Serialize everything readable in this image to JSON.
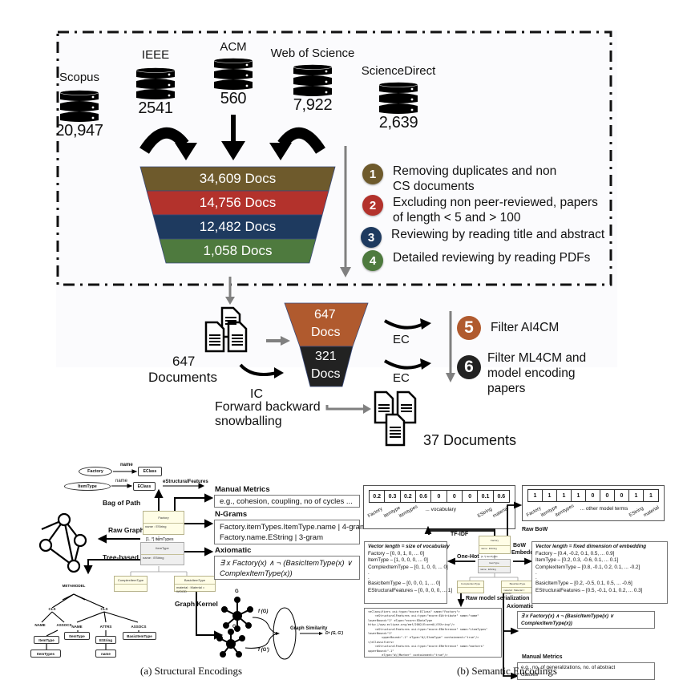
{
  "top_figure": {
    "sources": [
      {
        "name": "Scopus",
        "count": "20,947"
      },
      {
        "name": "IEEE",
        "count": "2541"
      },
      {
        "name": "ACM",
        "count": "560"
      },
      {
        "name": "Web of Science",
        "count": "7,922"
      },
      {
        "name": "ScienceDirect",
        "count": "2,639"
      }
    ],
    "funnel": [
      {
        "label": "34,609 Docs",
        "color": "#6e5a2c"
      },
      {
        "label": "14,756 Docs",
        "color": "#b3322c"
      },
      {
        "label": "12,482 Docs",
        "color": "#1e3a5f"
      },
      {
        "label": "1,058 Docs",
        "color": "#4e7a3e"
      }
    ],
    "steps": [
      {
        "number": "1",
        "text_line1": "Removing duplicates and non",
        "text_line2": "CS documents",
        "color": "#6e5a2c"
      },
      {
        "number": "2",
        "text_line1": "Excluding non peer-reviewed, papers",
        "text_line2": "of length < 5 and > 100",
        "color": "#b3322c"
      },
      {
        "number": "3",
        "text_line1": "Reviewing by reading title and abstract",
        "text_line2": "",
        "color": "#1e3a5f"
      },
      {
        "number": "4",
        "text_line1": "Detailed reviewing by reading PDFs",
        "text_line2": "",
        "color": "#4e7a3e"
      }
    ],
    "docs_after_review": {
      "count": "647",
      "label": "Documents"
    },
    "snowball": {
      "ic_label": "IC",
      "line1": "Forward backward",
      "line2": "snowballing"
    },
    "funnel2": [
      {
        "line1": "647",
        "line2": "Docs",
        "color": "#b05a2e"
      },
      {
        "line1": "321",
        "line2": "Docs",
        "color": "#222222"
      }
    ],
    "ec_labels": [
      "EC",
      "EC"
    ],
    "filters": [
      {
        "number": "5",
        "text_line1": "Filter AI4CM",
        "text_line2": "",
        "text_line3": "",
        "color": "#b05a2e"
      },
      {
        "number": "6",
        "text_line1": "Filter ML4CM and",
        "text_line2": "model encoding",
        "text_line3": "papers",
        "color": "#222222"
      }
    ],
    "final_docs": "37 Documents"
  },
  "structural": {
    "caption": "(a) Structural Encodings",
    "bag_of_path": {
      "title": "Bag of Path",
      "path1": {
        "node": "Factory",
        "edge": "name",
        "target": "EClass"
      },
      "path2": {
        "node": "ItemType",
        "edge": "name",
        "target": "EClass",
        "next": "eStructuralFeatures"
      }
    },
    "raw_graph_label": "Raw Graph",
    "tree_based_label": "Tree-based",
    "uml": {
      "factory": {
        "name": "Factory",
        "attr": "name : EString"
      },
      "assoc": "[1..*] itemTypes",
      "itemtype": {
        "name": "ItemType",
        "attr": "name : EString"
      },
      "complex": {
        "name": "ComplexItemType",
        "attr": ""
      },
      "basic": {
        "name": "BasicItemType",
        "attr": "material : Material = WOOD"
      }
    },
    "manual_metrics": {
      "title": "Manual Metrics",
      "text": "e.g., cohesion, coupling, no of cycles ..."
    },
    "ngrams": {
      "title": "N-Grams",
      "line1": "Factory.itemTypes.ItemType.name | 4-gram",
      "line2": "Factory.name.EString | 3-gram"
    },
    "axiomatic": {
      "title": "Axiomatic",
      "line1": "∃ x Factory(x) ∧ ¬ (BasicItemType(x) ∨",
      "line2": "ComplexItemType(x))"
    },
    "tree": {
      "root": "METAMODEL",
      "cls_left": "CLS",
      "cls_right": "CLS",
      "left_children": [
        "NAME",
        "ASSOCS"
      ],
      "right_children": [
        "NAME",
        "ATTRS",
        "ASSOCS"
      ],
      "leaves": [
        "ItemType",
        "ItemTypes",
        "ItemType",
        "EString",
        "name",
        "BasicItemType"
      ]
    },
    "graph_kernel": {
      "title": "Graph Kernel",
      "g": "G",
      "g_prime": "G'",
      "fg": "f (G)",
      "fg_prime": "f (G')",
      "similarity": "Graph Similarity",
      "result": "Dᵏ (G, G')"
    }
  },
  "semantic": {
    "caption": "(b) Semantic Encodings",
    "tfidf": {
      "label": "TF-IDF",
      "values": [
        "0.2",
        "0.3",
        "0.2",
        "0.6",
        "0",
        "0",
        "0",
        "0.1",
        "0.6"
      ],
      "terms": [
        "Factory",
        "itemtype",
        "itemtypes",
        "... vocabulary",
        "EString",
        "material"
      ]
    },
    "raw_bow": {
      "label": "Raw BoW",
      "values": [
        "1",
        "1",
        "1",
        "1",
        "0",
        "0",
        "0",
        "1",
        "1"
      ],
      "terms": [
        "Factory",
        "itemtype",
        "itemtypes",
        "... other model terms",
        "EString",
        "material"
      ]
    },
    "one_hot": {
      "label": "One-Hot",
      "title": "Vector length = size of vocabulary",
      "lines": [
        "Factory – [0, 0, 1, 0, ... 0]",
        "ItemType – [1, 0, 0, 0, ... 0]",
        "ComplexItemType – [0, 1, 0, 0, ... 0]",
        ".",
        ".",
        "BasicItemType – [0, 0, 0, 1, ... 0]",
        "EStructuralFeatures – [0, 0, 0, 0, ... 1]"
      ]
    },
    "bow_embeddings": {
      "label_line1": "BoW",
      "label_line2": "Embeddings",
      "title": "Vector length = fixed dimension of embedding",
      "lines": [
        "Factory – [0.4, -0.2, 0.1, 0.5, ... 0.9]",
        "ItemType – [0.2, 0.3, -0.6, 0.1, ... 0.1]",
        "ComplexItemType – [0.8, -0.1, 0.2, 0.1, ... -0.2]",
        ".",
        ".",
        "BasicItemType – [0.2, -0.5, 0.1, 0.5, ... -0.6]",
        "EStructuralFeatures – [0.5, -0.1, 0.1, 0.2, ... 0.3]"
      ]
    },
    "raw_serialization": {
      "label": "Raw model serialization",
      "code": "<eClassifiers xsi:type=\"ecore:EClass\" name=\"Factory\">\n    <eStructuralFeatures xsi:type=\"ecore:EAttribute\" name=\"name\"\nlowerBound=\"1\" eType=\"ecore:EDataType\nhttp://www.eclipse.org/emf/2002/Ecore#//EString\"/>\n    <eStructuralFeatures xsi:type=\"ecore:EReference\" name=\"itemTypes\"\nlowerBound=\"1\"\n        upperBound=\"-1\" eType=\"#//ItemType\" containment=\"true\"/>\n</eClassifiers>\n    <eStructuralFeatures xsi:type=\"ecore:EReference\" name=\"markers\"\nupperBound=\"-1\"\n        eType=\"#//Marker\" containment=\"true\"/>\n</eClassifiers>"
    },
    "axiomatic": {
      "title": "Axiomatic",
      "line1": "∃ x Factory(x) ∧ ¬ (BasicItemType(x) ∨",
      "line2": "ComplexItemType(x))"
    },
    "manual_metrics": {
      "title": "Manual Metrics",
      "line1": "e.g., no. of generalizations, no. of abstract",
      "line2": "classes"
    },
    "uml": {
      "factory": {
        "name": "Factory",
        "attr": "name : EString"
      },
      "assoc": "[1..*] itemTypes",
      "itemtype": {
        "name": "ItemType",
        "attr": "name : EString"
      },
      "complex": {
        "name": "ComplexItemType",
        "attr": ""
      },
      "basic": {
        "name": "BasicItemType",
        "attr": "material : Material = WOOD"
      }
    }
  }
}
